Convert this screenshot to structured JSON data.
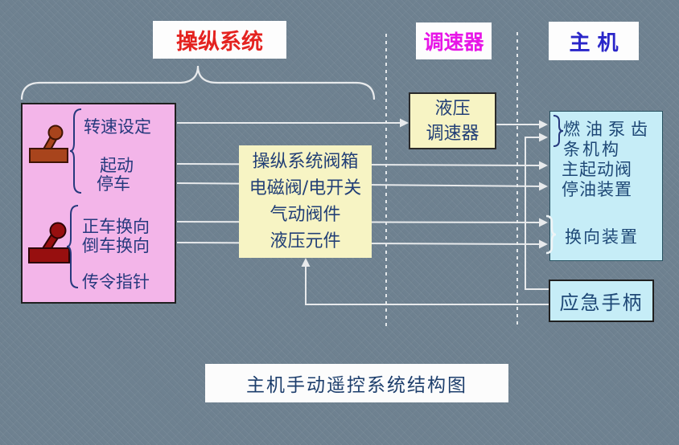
{
  "slide": {
    "caption": "主机手动遥控系统结构图"
  },
  "section_titles": {
    "operating_system": "操纵系统",
    "governor": "调速器",
    "main_engine": "主 机"
  },
  "console_box": {
    "speed_group": [
      "转速设定",
      "起动",
      "停车"
    ],
    "reversing_group": [
      "正车换向",
      "倒车换向",
      "传令指针"
    ]
  },
  "hydraulic_governor_box": {
    "lines": [
      "液压",
      "调速器"
    ]
  },
  "valve_box": {
    "lines": [
      "操纵系统阀箱",
      "电磁阀/电开关",
      "气动阀件",
      "液压元件"
    ]
  },
  "engine_box": {
    "lines": [
      "燃油泵齿",
      "条机构",
      "主起动阀",
      "停油装置",
      "换向装置"
    ]
  },
  "emergency_box": {
    "label": "应急手柄"
  },
  "colors": {
    "background": "#6e8190",
    "title_red": "#e42320",
    "title_magenta": "#e716e7",
    "title_blue": "#2a26c9",
    "diagram_text_navy": "#26397d",
    "pink_fill": "#f3b5e9",
    "yellow_fill": "#f7f4c4",
    "cyan_fill": "#c6edf7",
    "line_white": "#e8eaec",
    "lever_brown": "#a8441c",
    "lever_dark_red": "#970f0f"
  },
  "icons": {
    "speed_lever": "lever-icon",
    "reversing_lever": "lever-icon"
  }
}
